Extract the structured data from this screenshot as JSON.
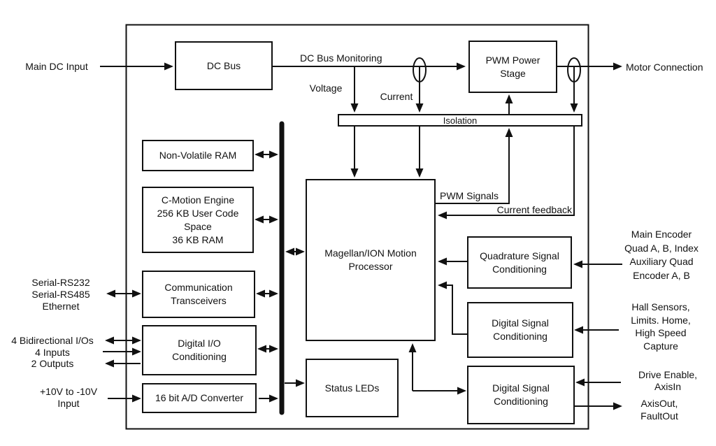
{
  "colors": {
    "line": "#111111",
    "background": "#ffffff"
  },
  "blocks": {
    "dc_bus": "DC Bus",
    "pwm_power_stage": "PWM Power\nStage",
    "isolation": "Isolation",
    "non_volatile_ram": "Non-Volatile RAM",
    "c_motion_engine": "C-Motion Engine\n256 KB User Code\nSpace\n36 KB RAM",
    "comm_transceivers": "Communication\nTransceivers",
    "digital_io_conditioning": "Digital I/O\nConditioning",
    "adc": "16 bit A/D Converter",
    "processor": "Magellan/ION Motion\nProcessor",
    "status_leds": "Status LEDs",
    "quadrature_signal_conditioning": "Quadrature Signal\nConditioning",
    "digital_signal_conditioning_mid": "Digital Signal\nConditioning",
    "digital_signal_conditioning_bottom": "Digital Signal\nConditioning"
  },
  "labels": {
    "main_dc_input": "Main DC Input",
    "dc_bus_monitoring": "DC Bus Monitoring",
    "voltage": "Voltage",
    "current": "Current",
    "motor_connection": "Motor Connection",
    "pwm_signals": "PWM Signals",
    "current_feedback": "Current feedback",
    "serial_ports": "Serial-RS232\nSerial-RS485\nEthernet",
    "digital_ports": "4 Bidirectional I/Os\n4 Inputs\n2 Outputs",
    "analog_input": "+10V to -10V\nInput",
    "main_encoder": "Main Encoder\nQuad A, B, Index\nAuxiliary Quad\nEncoder A, B",
    "hall_sensors": "Hall Sensors,\nLimits. Home,\nHigh Speed\nCapture",
    "drive_enable": "Drive Enable,\nAxisIn",
    "axis_out": "AxisOut,\nFaultOut"
  }
}
